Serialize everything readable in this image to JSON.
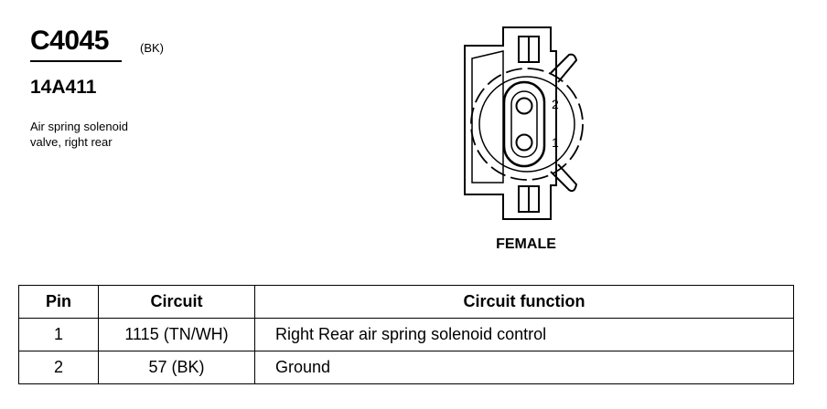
{
  "header": {
    "connector_id": "C4045",
    "color_code": "(BK)",
    "part_number": "14A411",
    "description_line1": "Air spring solenoid",
    "description_line2": "valve, right rear"
  },
  "connector_view": {
    "pin_labels": [
      "2",
      "1"
    ],
    "gender": "FEMALE"
  },
  "pin_table": {
    "headers": [
      "Pin",
      "Circuit",
      "Circuit function"
    ],
    "rows": [
      {
        "pin": "1",
        "circuit": "1115 (TN/WH)",
        "function": "Right Rear air spring solenoid control"
      },
      {
        "pin": "2",
        "circuit": "57 (BK)",
        "function": "Ground"
      }
    ]
  }
}
